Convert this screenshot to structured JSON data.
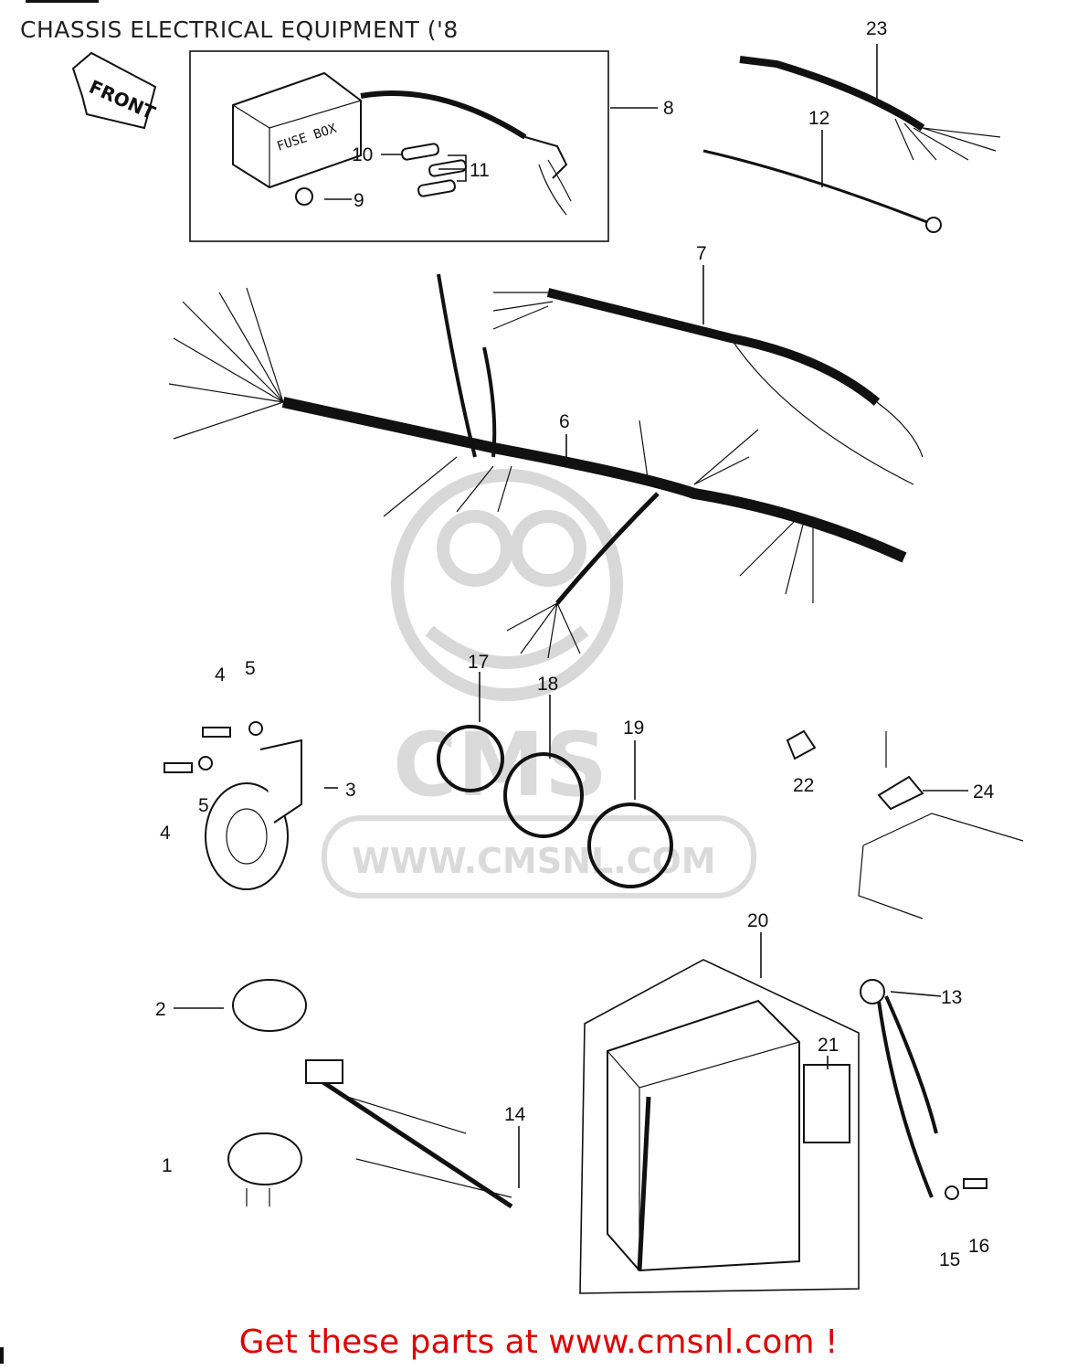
{
  "page": {
    "title": "CHASSIS ELECTRICAL EQUIPMENT ('8",
    "front_tag": "FRONT",
    "fuse_box_text": "FUSE BOX",
    "watermark_text": "WWW.CMSNL.COM",
    "watermark_logo": "CMS",
    "cta": "Get these parts at www.cmsnl.com !"
  },
  "callouts": [
    "1",
    "2",
    "3",
    "4",
    "4",
    "5",
    "5",
    "6",
    "7",
    "8",
    "9",
    "10",
    "11",
    "12",
    "13",
    "14",
    "15",
    "16",
    "17",
    "18",
    "19",
    "20",
    "21",
    "22",
    "23",
    "24"
  ]
}
